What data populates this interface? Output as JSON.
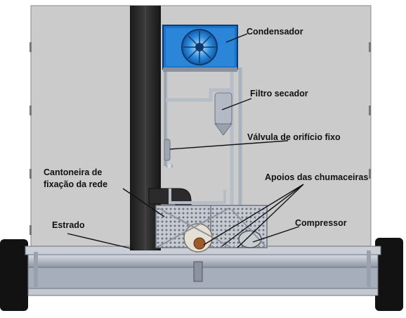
{
  "labels": {
    "condensador": "Condensador",
    "filtro_secador": "Filtro secador",
    "valvula": "Válvula de orifício fixo",
    "cantoneira_line1": "Cantoneira de",
    "cantoneira_line2": "fixação da rede",
    "apoios": "Apoios das chumaceiras",
    "estrado": "Estrado",
    "compressor": "Compressor"
  },
  "colors": {
    "panel": "#c9c9c9",
    "pipe": "#2a2a2a",
    "frame": "#b9bfc9",
    "condenser_blue": "#1f7fd6",
    "wheel": "#111111"
  }
}
